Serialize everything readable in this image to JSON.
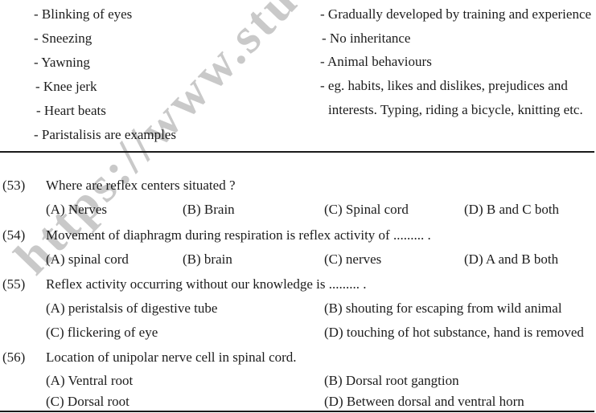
{
  "page": {
    "background": "#ffffff",
    "text_color": "#1c1c1c",
    "rule_color": "#1a1a1a"
  },
  "watermark": {
    "text": "https://www.stu",
    "color": "#c9c9c9"
  },
  "notes": {
    "left": [
      "- Blinking of eyes",
      "- Sneezing",
      "- Yawning",
      "- Knee jerk",
      "- Heart beats",
      "- Paristalisis are examples"
    ],
    "right": [
      "- Gradually developed by training and experience",
      "- No inheritance",
      "- Animal behaviours",
      "- eg. habits, likes and dislikes, prejudices and",
      "interests. Typing, riding a bicycle, knitting etc."
    ]
  },
  "questions": [
    {
      "number": "(53)",
      "text": "Where are reflex centers situated ?",
      "options": [
        "(A) Nerves",
        "(B) Brain",
        "(C) Spinal cord",
        "(D) B and C both"
      ]
    },
    {
      "number": "(54)",
      "text": "Movement of diaphragm during respiration is reflex activity of ......... .",
      "options": [
        "(A) spinal cord",
        "(B) brain",
        "(C) nerves",
        "(D) A and B both"
      ]
    },
    {
      "number": "(55)",
      "text": "Reflex activity occurring without our knowledge is ......... .",
      "options": [
        "(A) peristalsis of digestive tube",
        "(B) shouting for escaping from wild animal",
        "(C) flickering of eye",
        "(D) touching of hot substance, hand is removed"
      ]
    },
    {
      "number": "(56)",
      "text": "Location of unipolar nerve cell in spinal cord.",
      "options": [
        "(A) Ventral root",
        "(B) Dorsal root gangtion",
        "(C) Dorsal root",
        "(D) Between dorsal and ventral horn"
      ]
    }
  ]
}
